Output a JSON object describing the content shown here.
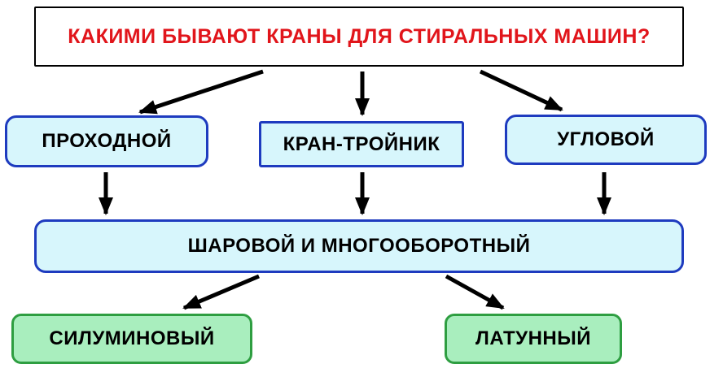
{
  "title": {
    "label": "КАКИМИ БЫВАЮТ КРАНЫ ДЛЯ СТИРАЛЬНЫХ МАШИН?"
  },
  "nodes": {
    "prohodnoy": {
      "label": "ПРОХОДНОЙ"
    },
    "kran": {
      "label": "КРАН-ТРОЙНИК"
    },
    "uglovoy": {
      "label": "УГЛОВОЙ"
    },
    "sharovoy": {
      "label": "ШАРОВОЙ И МНОГООБОРОТНЫЙ"
    },
    "siluminovy": {
      "label": "СИЛУМИНОВЫЙ"
    },
    "latunny": {
      "label": "ЛАТУННЫЙ"
    }
  },
  "colors": {
    "title-text": "#e1151b",
    "blue-border": "#1e3bbf",
    "cyan-fill": "#d7f6fc",
    "green-border": "#2e9e41",
    "green-fill": "#a9eebe",
    "arrow": "#000000"
  }
}
